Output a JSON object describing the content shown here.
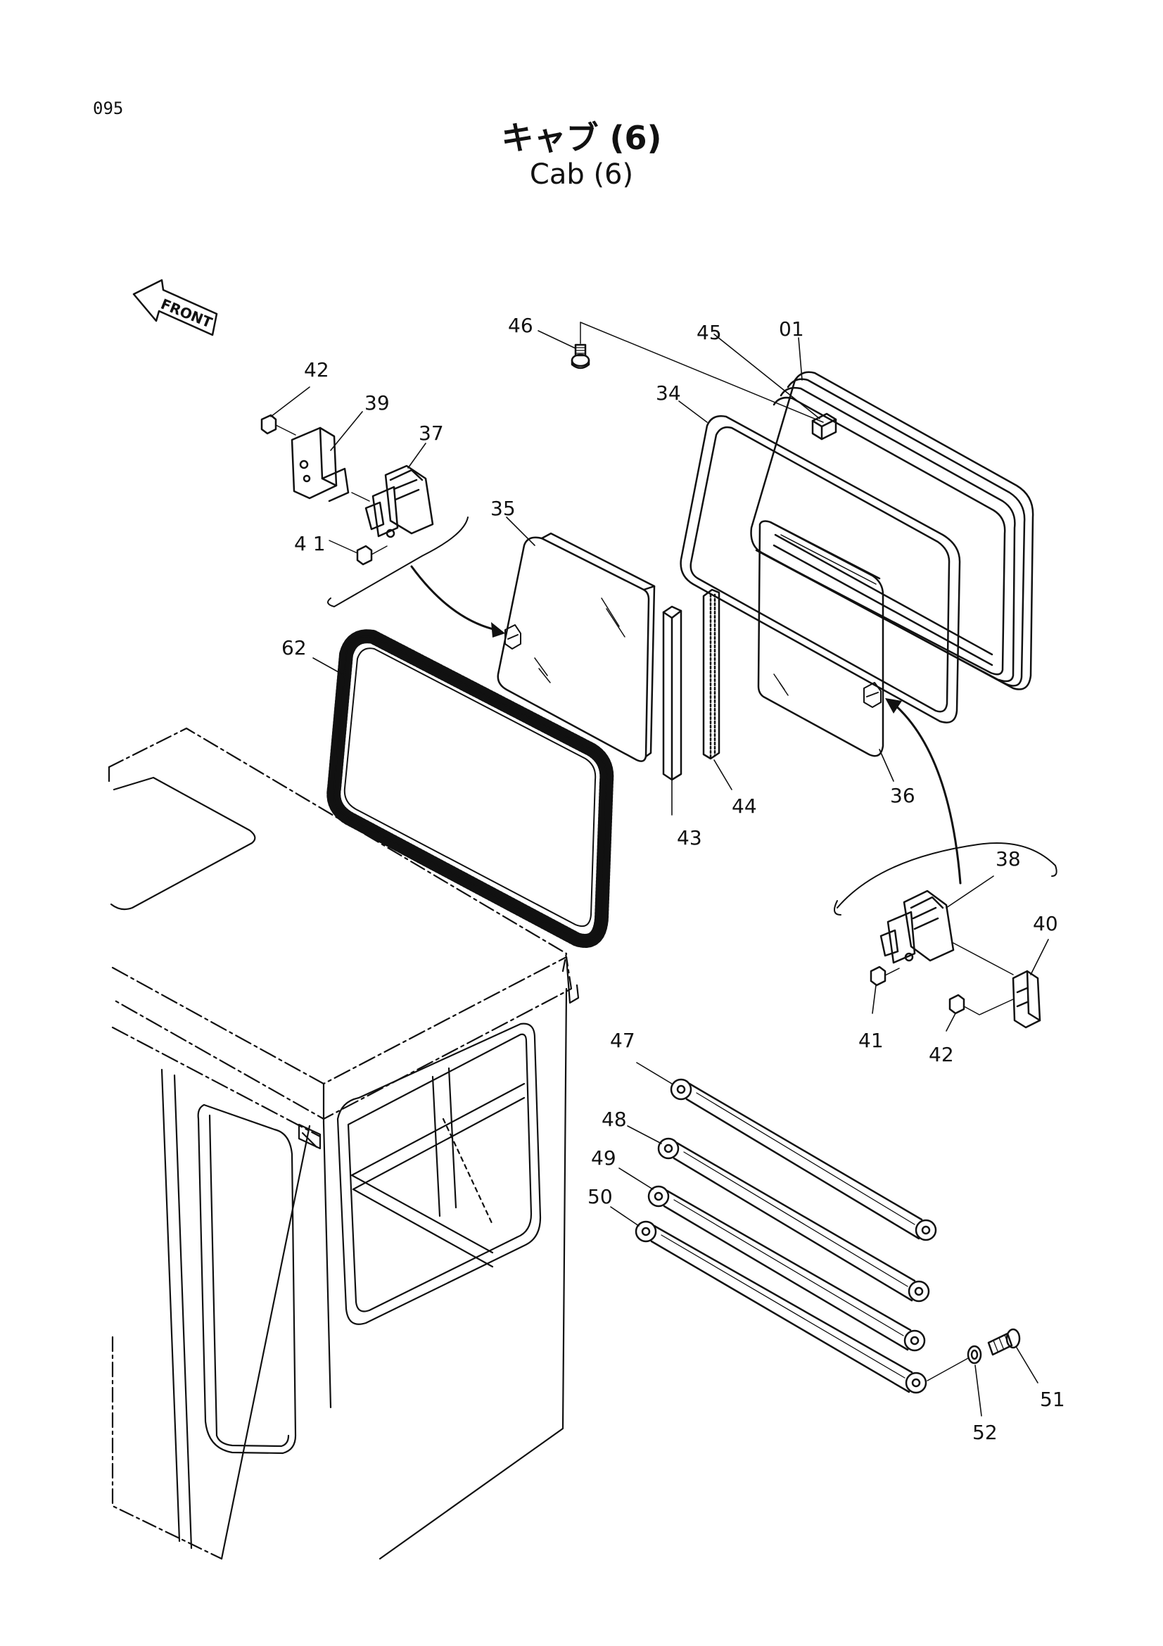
{
  "header": {
    "page_number": "095",
    "title_jp": "キャブ (6)",
    "title_en": "Cab (6)"
  },
  "front_marker": "FRONT",
  "callouts": [
    {
      "id": "p01",
      "label": "01"
    },
    {
      "id": "p34",
      "label": "34"
    },
    {
      "id": "p35",
      "label": "35"
    },
    {
      "id": "p36",
      "label": "36"
    },
    {
      "id": "p37",
      "label": "37"
    },
    {
      "id": "p38",
      "label": "38"
    },
    {
      "id": "p39",
      "label": "39"
    },
    {
      "id": "p40",
      "label": "40"
    },
    {
      "id": "p41a",
      "label": "4 1"
    },
    {
      "id": "p41b",
      "label": "41"
    },
    {
      "id": "p42a",
      "label": "42"
    },
    {
      "id": "p42b",
      "label": "42"
    },
    {
      "id": "p43",
      "label": "43"
    },
    {
      "id": "p44",
      "label": "44"
    },
    {
      "id": "p45",
      "label": "45"
    },
    {
      "id": "p46",
      "label": "46"
    },
    {
      "id": "p47",
      "label": "47"
    },
    {
      "id": "p48",
      "label": "48"
    },
    {
      "id": "p49",
      "label": "49"
    },
    {
      "id": "p50",
      "label": "50"
    },
    {
      "id": "p51",
      "label": "51"
    },
    {
      "id": "p52",
      "label": "52"
    },
    {
      "id": "p62",
      "label": "62"
    }
  ],
  "colors": {
    "line": "#111111",
    "background": "#ffffff"
  }
}
